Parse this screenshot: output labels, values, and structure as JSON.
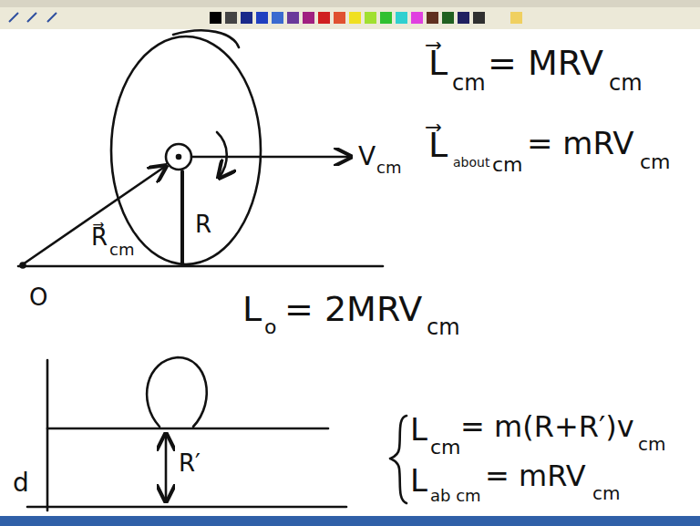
{
  "diagram": {
    "labels": [
      "R⃗",
      "cm",
      "R",
      "V",
      "cm",
      "L⃗",
      "cm",
      "= MRV",
      "cm",
      "L⃗",
      "about",
      "cm",
      "= mRV",
      "cm",
      "O",
      "L",
      "o",
      "= 2MRV",
      "cm",
      "L",
      "cm",
      "= m(R+R′)v",
      "cm",
      "L",
      "ab cm",
      "= mRV",
      "cm",
      "d",
      "R′"
    ]
  }
}
